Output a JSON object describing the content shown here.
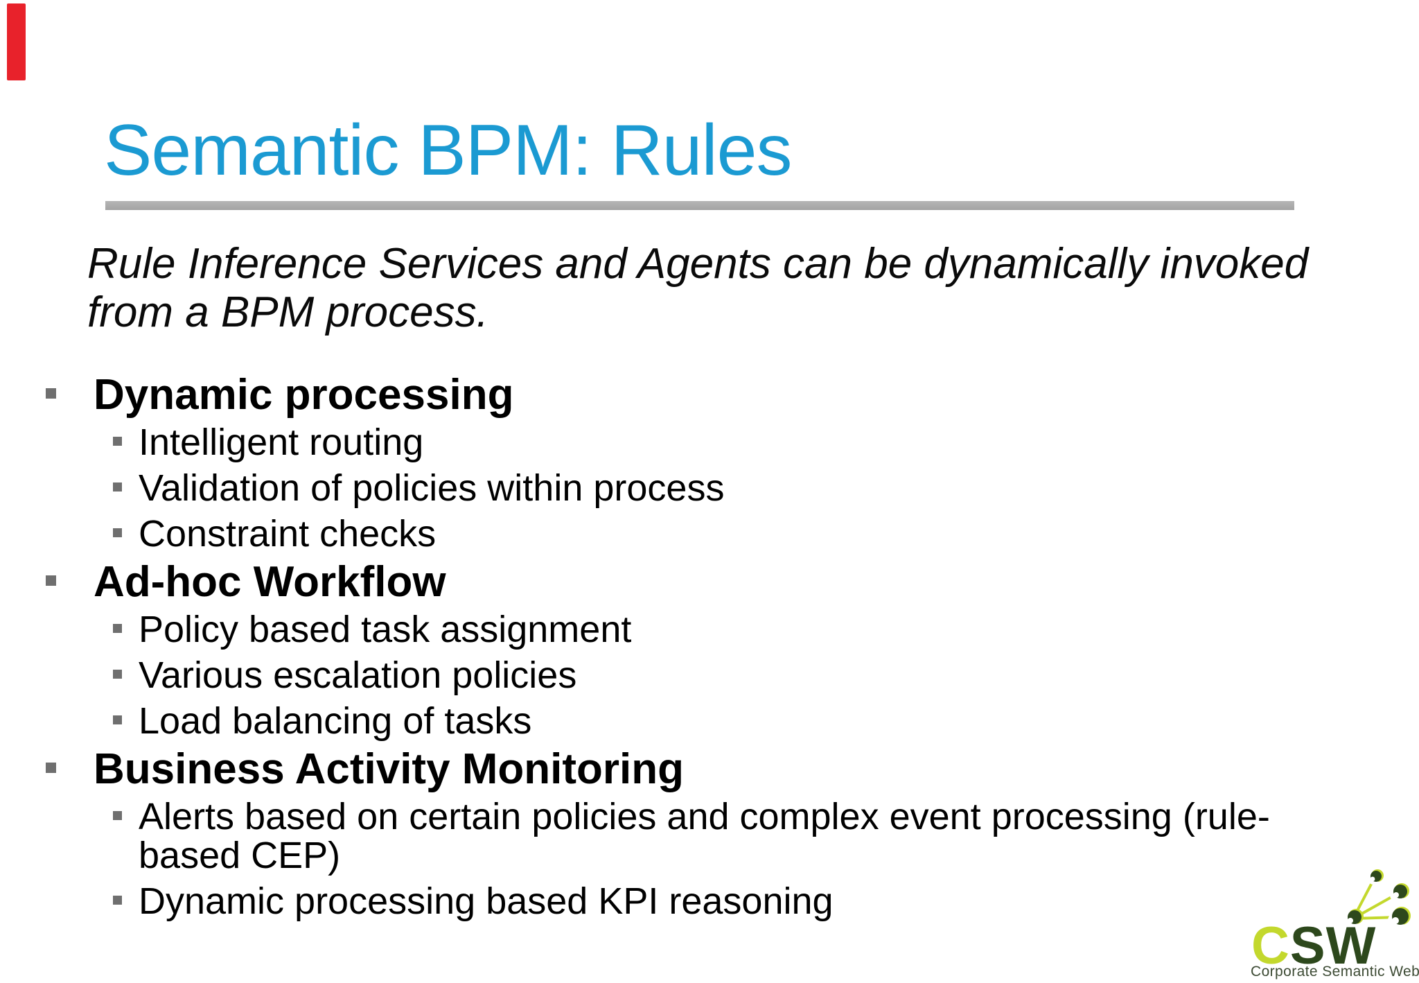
{
  "slide": {
    "title": "Semantic BPM: Rules",
    "subtitle": "Rule Inference Services and Agents can be dynamically invoked from a BPM process.",
    "bullets": [
      {
        "label": "Dynamic processing",
        "subs": [
          "Intelligent routing",
          "Validation of policies within process",
          "Constraint checks"
        ]
      },
      {
        "label": "Ad-hoc Workflow",
        "subs": [
          "Policy based task assignment",
          "Various escalation policies",
          "Load balancing of tasks"
        ]
      },
      {
        "label": "Business Activity Monitoring",
        "subs": [
          "Alerts based on certain policies and complex event processing (rule-based CEP)",
          "Dynamic processing based KPI reasoning"
        ]
      }
    ],
    "logo": {
      "wordmark_c": "C",
      "wordmark_sw": "SW",
      "tagline": "Corporate Semantic Web"
    },
    "colors": {
      "title_blue": "#1b9ad2",
      "rule_gray": "#a9a9a9",
      "bullet_marker_gray": "#6f6f6f",
      "accent_red": "#e8222b",
      "logo_lime": "#c3d82d",
      "logo_dark_green": "#2d481c",
      "logo_tagline_green": "#3c4a33",
      "body_text": "#000000"
    }
  }
}
